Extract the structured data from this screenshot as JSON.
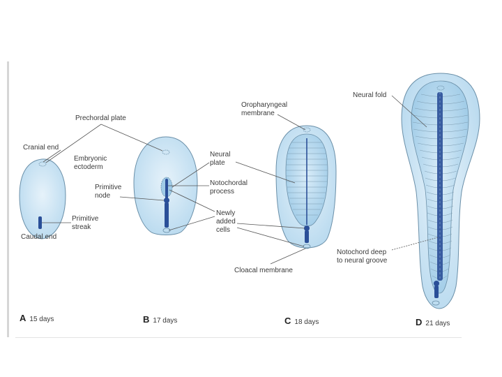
{
  "labels": {
    "prechordal_plate": "Prechordal plate",
    "cranial_end": "Cranial end",
    "embryonic_ectoderm": "Embryonic\nectoderm",
    "primitive_node": "Primitive\nnode",
    "primitive_streak": "Primitive\nstreak",
    "caudal_end": "Caudal end",
    "neural_plate": "Neural\nplate",
    "notochordal_process": "Notochordal\nprocess",
    "newly_added_cells": "Newly\nadded\ncells",
    "oropharyngeal_membrane": "Oropharyngeal\nmembrane",
    "cloacal_membrane": "Cloacal membrane",
    "neural_fold": "Neural fold",
    "notochord_deep": "Notochord deep\nto neural groove"
  },
  "panels": [
    {
      "letter": "A",
      "age": "15 days"
    },
    {
      "letter": "B",
      "age": "17 days"
    },
    {
      "letter": "C",
      "age": "18 days"
    },
    {
      "letter": "D",
      "age": "21 days"
    }
  ],
  "colors": {
    "embryo_outer": "#c9e3f3",
    "embryo_inner": "#a9d0ea",
    "outline": "#6a8fa8",
    "notochord": "#2a4f98",
    "leader": "#555555"
  }
}
